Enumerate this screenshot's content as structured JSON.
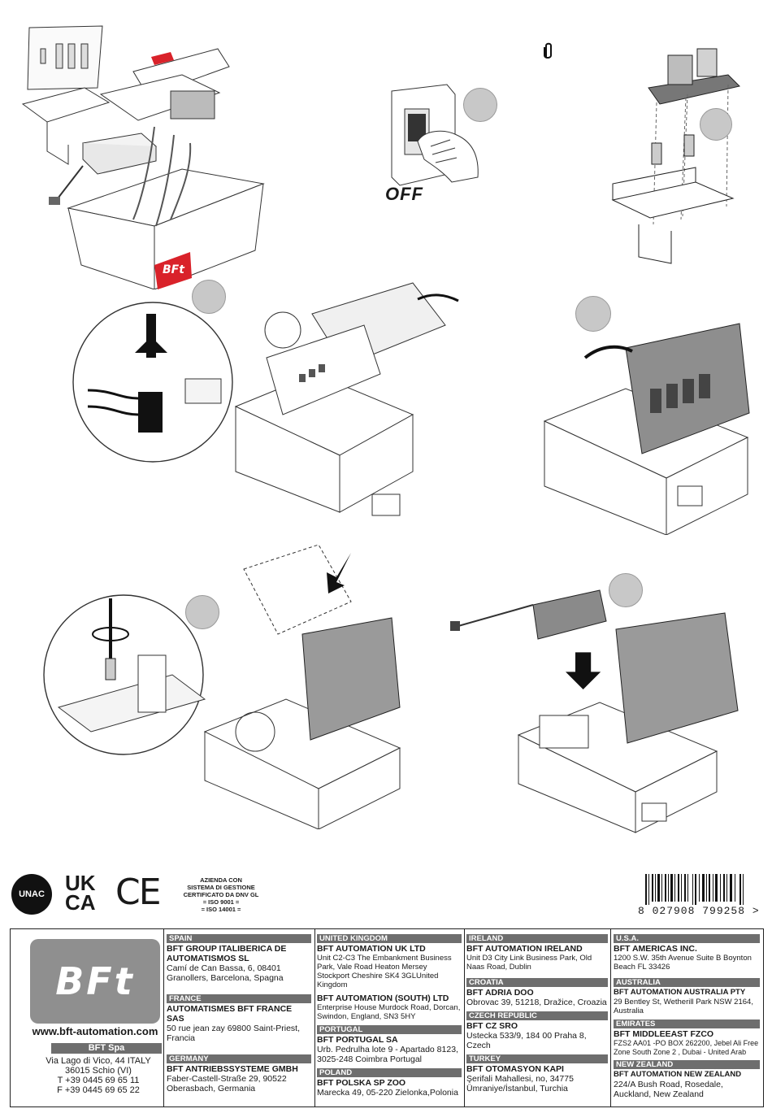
{
  "illustration": {
    "off_label": "OFF",
    "box_logo": "BFt",
    "clip_icon": "paperclip-icon"
  },
  "certification": {
    "unac_label": "UNAC",
    "ukca_top": "UK",
    "ukca_bottom": "CA",
    "ce_mark": "CE",
    "quality_lines": [
      "AZIENDA CON",
      "SISTEMA DI GESTIONE",
      "CERTIFICATO DA DNV GL",
      "= ISO 9001 =",
      "= ISO 14001 ="
    ],
    "barcode_digits": "8 027908 799258 >"
  },
  "footer": {
    "logo_text": "BFt",
    "website": "www.bft-automation.com",
    "company": "BFT Spa",
    "hq": {
      "street": "Via Lago di Vico, 44 ITALY",
      "city": "36015 Schio (VI)",
      "phone": "T +39 0445 69 65 11",
      "fax": "F +39 0445 69 65 22"
    },
    "columns": [
      {
        "blocks": [
          {
            "country": "SPAIN",
            "company": "BFT GROUP ITALIBERICA DE AUTOMATISMOS SL",
            "address": "Camí de Can Bassa, 6, 08401 Granollers, Barcelona, Spagna"
          },
          {
            "country": "FRANCE",
            "company": "AUTOMATISMES BFT FRANCE SAS",
            "address": "50 rue jean zay 69800 Saint-Priest, Francia"
          },
          {
            "country": "GERMANY",
            "company": "BFT ANTRIEBSSYSTEME GMBH",
            "address": "Faber-Castell-Straße 29, 90522 Oberasbach, Germania"
          }
        ]
      },
      {
        "blocks": [
          {
            "country": "UNITED KINGDOM",
            "company": "BFT AUTOMATION UK LTD",
            "address": "Unit C2-C3 The Embankment Business Park, Vale Road Heaton Mersey Stockport Cheshire SK4 3GLUnited Kingdom"
          },
          {
            "country": "",
            "company": "BFT AUTOMATION (SOUTH) LTD",
            "address": "Enterprise House Murdock Road, Dorcan, Swindon, England, SN3 5HY"
          },
          {
            "country": "PORTUGAL",
            "company": "BFT PORTUGAL SA",
            "address": "Urb. Pedrulha lote 9 - Apartado 8123, 3025-248 Coimbra Portugal"
          },
          {
            "country": "POLAND",
            "company": "BFT POLSKA SP ZOO",
            "address": "Marecka 49, 05-220 Zielonka,Polonia"
          }
        ]
      },
      {
        "blocks": [
          {
            "country": "IRELAND",
            "company": "BFT AUTOMATION IRELAND",
            "address": "Unit D3 City Link Business Park, Old Naas Road, Dublin"
          },
          {
            "country": "CROATIA",
            "company": "BFT ADRIA DOO",
            "address": "Obrovac 39, 51218, Dražice, Croazia"
          },
          {
            "country": "CZECH REPUBLIC",
            "company": "BFT CZ SRO",
            "address": "Ustecka 533/9, 184 00 Praha 8, Czech"
          },
          {
            "country": "TURKEY",
            "company": "BFT OTOMASYON KAPI",
            "address": "Şerifali Mahallesi, no, 34775 Ümraniye/İstanbul, Turchia"
          }
        ]
      },
      {
        "blocks": [
          {
            "country": "U.S.A.",
            "company": "BFT AMERICAS INC.",
            "address": "1200 S.W. 35th Avenue Suite B Boynton Beach FL 33426"
          },
          {
            "country": "AUSTRALIA",
            "company": "BFT AUTOMATION AUSTRALIA PTY",
            "address": "29 Bentley St, Wetherill Park NSW 2164, Australia"
          },
          {
            "country": "EMIRATES",
            "company": "BFT MIDDLEEAST FZCO",
            "address": "FZS2 AA01 -PO BOX 262200, Jebel Ali Free Zone South Zone 2 , Dubai - United Arab"
          },
          {
            "country": "NEW ZEALAND",
            "company": "BFT AUTOMATION NEW ZEALAND",
            "address": "224/A Bush Road, Rosedale, Auckland, New Zealand"
          }
        ]
      }
    ]
  }
}
